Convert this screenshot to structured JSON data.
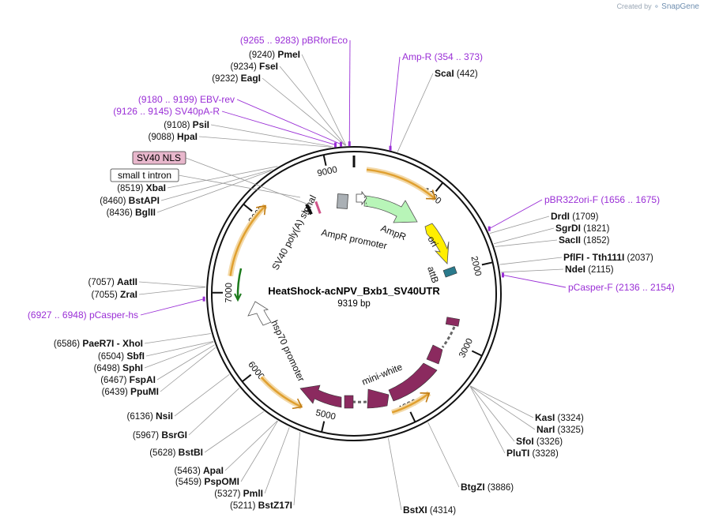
{
  "brand": {
    "created_by": "Created by",
    "app": "SnapGene"
  },
  "plasmid": {
    "name": "HeatShock-acNPV_Bxb1_SV40UTR",
    "length_label": "9319 bp",
    "length": 9319
  },
  "colors": {
    "primer": "#9a2fd6",
    "feature_maroon": "#8b2a5f",
    "ori": "#ffee00",
    "ampr": "#b8f5b8",
    "orf_arrow": "#e0a030",
    "attb": "#2a7a8c",
    "nls_fill": "#e8b7cc"
  },
  "ticks": [
    {
      "bp": 1000,
      "label": "1000"
    },
    {
      "bp": 2000,
      "label": "2000"
    },
    {
      "bp": 3000,
      "label": "3000"
    },
    {
      "bp": 4000,
      "label": "4000"
    },
    {
      "bp": 5000,
      "label": "5000"
    },
    {
      "bp": 6000,
      "label": "6000"
    },
    {
      "bp": 7000,
      "label": "7000"
    },
    {
      "bp": 8000,
      "label": "8000"
    },
    {
      "bp": 9000,
      "label": "9000"
    }
  ],
  "sites_left": [
    {
      "pos": "(9240)",
      "name": "PmeI",
      "bp": 9240
    },
    {
      "pos": "(9234)",
      "name": "FseI",
      "bp": 9234
    },
    {
      "pos": "(9232)",
      "name": "EagI",
      "bp": 9232
    },
    {
      "pos": "(9108)",
      "name": "PsiI",
      "bp": 9108
    },
    {
      "pos": "(9088)",
      "name": "HpaI",
      "bp": 9088
    },
    {
      "pos": "(8519)",
      "name": "XbaI",
      "bp": 8519
    },
    {
      "pos": "(8460)",
      "name": "BstAPI",
      "bp": 8460
    },
    {
      "pos": "(8436)",
      "name": "BglII",
      "bp": 8436
    },
    {
      "pos": "(7057)",
      "name": "AatII",
      "bp": 7057
    },
    {
      "pos": "(7055)",
      "name": "ZraI",
      "bp": 7055
    },
    {
      "pos": "(6586)",
      "name": "PaeR7I - XhoI",
      "bp": 6586
    },
    {
      "pos": "(6504)",
      "name": "SbfI",
      "bp": 6504
    },
    {
      "pos": "(6498)",
      "name": "SphI",
      "bp": 6498
    },
    {
      "pos": "(6467)",
      "name": "FspAI",
      "bp": 6467
    },
    {
      "pos": "(6439)",
      "name": "PpuMI",
      "bp": 6439
    },
    {
      "pos": "(6136)",
      "name": "NsiI",
      "bp": 6136
    },
    {
      "pos": "(5967)",
      "name": "BsrGI",
      "bp": 5967
    },
    {
      "pos": "(5628)",
      "name": "BstBI",
      "bp": 5628
    },
    {
      "pos": "(5463)",
      "name": "ApaI",
      "bp": 5463
    },
    {
      "pos": "(5459)",
      "name": "PspOMI",
      "bp": 5459
    },
    {
      "pos": "(5327)",
      "name": "PmlI",
      "bp": 5327
    },
    {
      "pos": "(5211)",
      "name": "BstZ17I",
      "bp": 5211
    }
  ],
  "sites_right": [
    {
      "name": "ScaI",
      "pos": "(442)",
      "bp": 442
    },
    {
      "name": "DrdI",
      "pos": "(1709)",
      "bp": 1709
    },
    {
      "name": "SgrDI",
      "pos": "(1821)",
      "bp": 1821
    },
    {
      "name": "SacII",
      "pos": "(1852)",
      "bp": 1852
    },
    {
      "name": "PflFI - Tth111I",
      "pos": "(2037)",
      "bp": 2037
    },
    {
      "name": "NdeI",
      "pos": "(2115)",
      "bp": 2115
    },
    {
      "name": "KasI",
      "pos": "(3324)",
      "bp": 3324
    },
    {
      "name": "NarI",
      "pos": "(3325)",
      "bp": 3325
    },
    {
      "name": "SfoI",
      "pos": "(3326)",
      "bp": 3326
    },
    {
      "name": "PluTI",
      "pos": "(3328)",
      "bp": 3328
    },
    {
      "name": "BtgZI",
      "pos": "(3886)",
      "bp": 3886
    },
    {
      "name": "BstXI",
      "pos": "(4314)",
      "bp": 4314
    }
  ],
  "primers": [
    {
      "range": "(9265 .. 9283)",
      "name": "pBRforEco",
      "bp": 9274
    },
    {
      "range": "(354 .. 373)",
      "name": "Amp-R",
      "bp": 363
    },
    {
      "range": "(9180 .. 9199)",
      "name": "EBV-rev",
      "bp": 9190
    },
    {
      "range": "(9126 .. 9145)",
      "name": "SV40pA-R",
      "bp": 9135
    },
    {
      "range": "(1656 .. 1675)",
      "name": "pBR322ori-F",
      "bp": 1665
    },
    {
      "range": "(2136 .. 2154)",
      "name": "pCasper-F",
      "bp": 2145
    },
    {
      "range": "(6927 .. 6948)",
      "name": "pCasper-hs",
      "bp": 6937
    }
  ],
  "boxed_features": [
    {
      "label": "SV40 NLS",
      "style": "pink"
    },
    {
      "label": "small t intron",
      "style": "white"
    }
  ],
  "feature_labels": {
    "ampr": "AmpR",
    "ampr_promoter": "AmpR promoter",
    "ori": "ori",
    "attb": "attB",
    "mini_white": "mini-white",
    "hsp70": "hsp70 promoter",
    "sv40polya": "SV40 poly(A) signal"
  }
}
